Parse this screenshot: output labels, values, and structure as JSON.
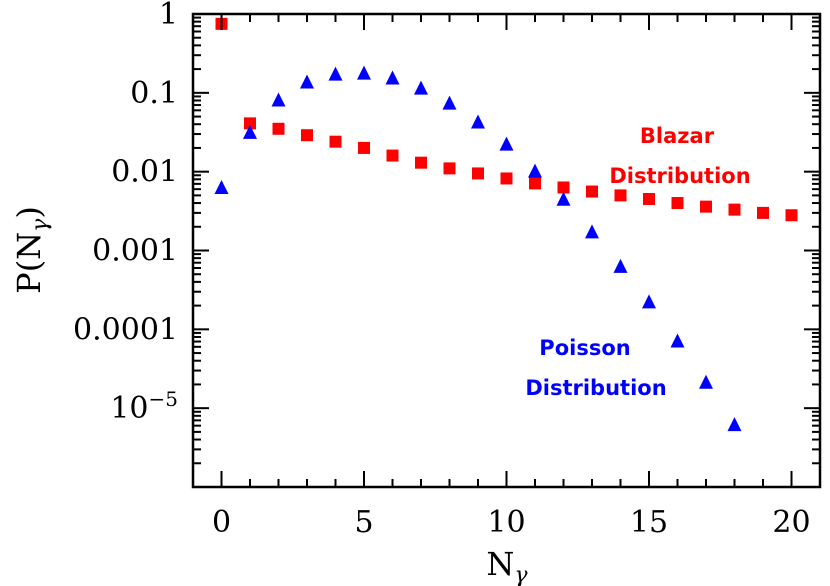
{
  "chart_data": {
    "type": "scatter",
    "y_scale": "log",
    "xlim": [
      -1,
      21
    ],
    "ylim": [
      1e-06,
      1
    ],
    "x_ticks": [
      0,
      5,
      10,
      15,
      20
    ],
    "x_tick_labels": [
      "0",
      "5",
      "10",
      "15",
      "20"
    ],
    "y_ticks": [
      1,
      0.1,
      0.01,
      0.001,
      0.0001,
      1e-05
    ],
    "y_tick_labels": [
      "1",
      "0.1",
      "0.01",
      "0.001",
      "0.0001",
      "10−5"
    ],
    "xlabel": "N",
    "xlabel_sub": "γ",
    "ylabel_pre": "P(N",
    "ylabel_sub": "γ",
    "ylabel_post": ")",
    "grid": false,
    "series": [
      {
        "name": "Blazar Distribution",
        "marker": "square",
        "color": "#ff0000",
        "x": [
          0,
          1,
          2,
          3,
          4,
          5,
          6,
          7,
          8,
          9,
          10,
          11,
          12,
          13,
          14,
          15,
          16,
          17,
          18,
          19,
          20
        ],
        "y": [
          0.75,
          0.041,
          0.035,
          0.029,
          0.024,
          0.02,
          0.016,
          0.013,
          0.011,
          0.0095,
          0.0082,
          0.0071,
          0.0063,
          0.0056,
          0.005,
          0.0045,
          0.004,
          0.0036,
          0.0033,
          0.003,
          0.0028
        ]
      },
      {
        "name": "Poisson Distribution",
        "marker": "triangle",
        "color": "#0000ff",
        "x": [
          0,
          1,
          2,
          3,
          4,
          5,
          6,
          7,
          8,
          9,
          10,
          11,
          12,
          13,
          14,
          15,
          16,
          17,
          18
        ],
        "y": [
          0.0062,
          0.031,
          0.08,
          0.135,
          0.17,
          0.175,
          0.152,
          0.113,
          0.073,
          0.042,
          0.022,
          0.01,
          0.0044,
          0.0017,
          0.00062,
          0.00022,
          7e-05,
          2.1e-05,
          6.1e-06
        ]
      }
    ],
    "annotations": [
      {
        "lines": [
          "Blazar",
          "Distribution"
        ],
        "color": "#ff0000"
      },
      {
        "lines": [
          "Poisson",
          "Distribution"
        ],
        "color": "#0000ff"
      }
    ]
  }
}
